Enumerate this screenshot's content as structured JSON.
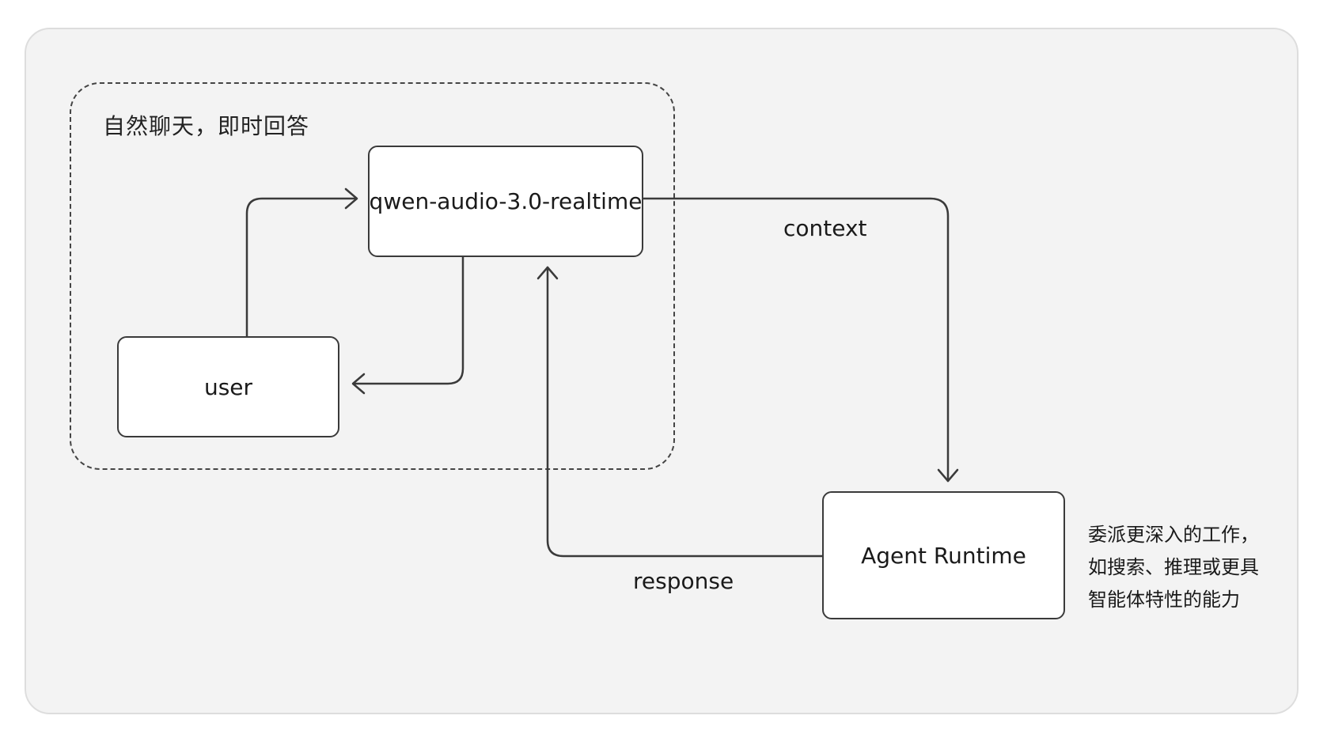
{
  "group": {
    "label": "自然聊天，即时回答"
  },
  "nodes": {
    "model": "qwen-audio-3.0-realtime",
    "user": "user",
    "agent": "Agent Runtime"
  },
  "edges": {
    "context_label": "context",
    "response_label": "response"
  },
  "note": {
    "lines": [
      "委派更深入的工作，",
      "如搜索、推理或更具",
      "智能体特性的能力"
    ]
  },
  "colors": {
    "panel_background": "#f3f3f3",
    "panel_border": "#dddddd",
    "node_fill": "#ffffff",
    "stroke": "#3a3a3a",
    "text": "#1a1a1a"
  }
}
